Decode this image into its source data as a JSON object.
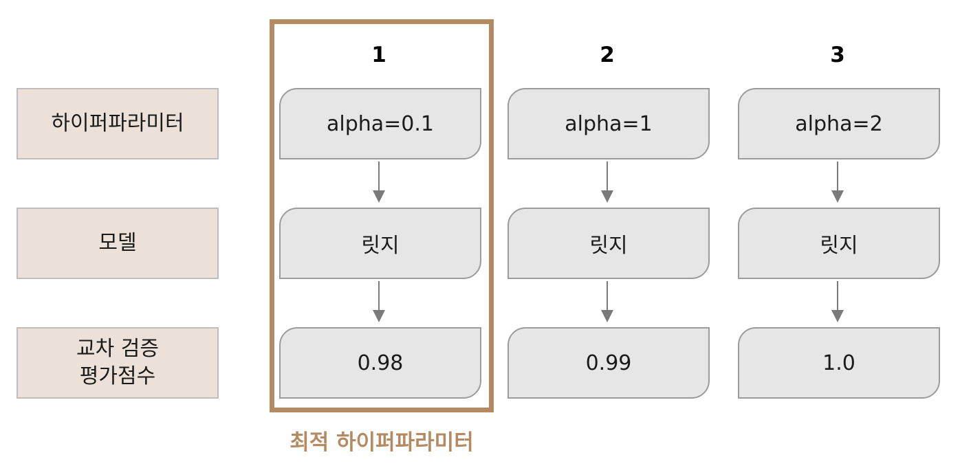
{
  "row_labels": {
    "hyperparam": "하이퍼파라미터",
    "model": "모델",
    "score_line1": "교차 검증",
    "score_line2": "평가점수"
  },
  "columns": [
    {
      "header": "1",
      "hyperparam": "alpha=0.1",
      "model": "릿지",
      "score": "0.98"
    },
    {
      "header": "2",
      "hyperparam": "alpha=1",
      "model": "릿지",
      "score": "0.99"
    },
    {
      "header": "3",
      "hyperparam": "alpha=2",
      "model": "릿지",
      "score": "1.0"
    }
  ],
  "highlight": {
    "caption": "최적 하이퍼파라미터",
    "color": "#b38a62"
  },
  "colors": {
    "label_bg": "#ebe1d8",
    "cell_bg": "#e6e6e6",
    "arrow": "#7a7a7a"
  }
}
